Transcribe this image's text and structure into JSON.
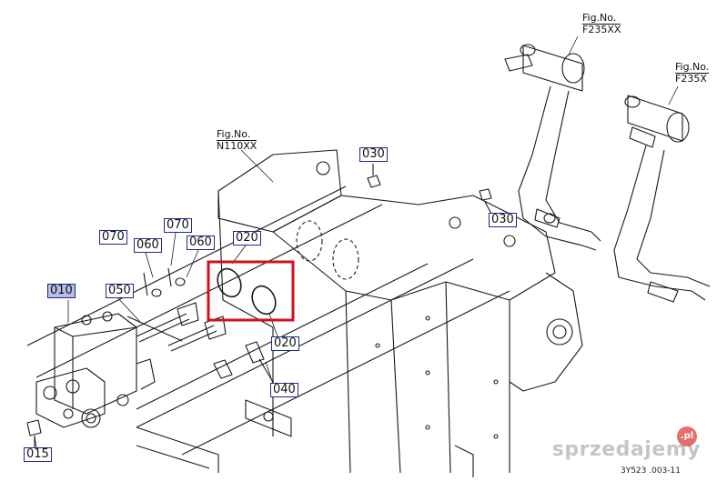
{
  "fig_refs": {
    "ref1": {
      "line1": "Fig.No.",
      "line2": "F235XX"
    },
    "ref2": {
      "line1": "Fig.No.",
      "line2": "F235X"
    },
    "ref3": {
      "line1": "Fig.No.",
      "line2": "N110XX"
    }
  },
  "parts": {
    "p010": "010",
    "p015": "015",
    "p020a": "020",
    "p020b": "020",
    "p030a": "030",
    "p030b": "030",
    "p040": "040",
    "p050": "050",
    "p060a": "060",
    "p060b": "060",
    "p070a": "070",
    "p070b": "070"
  },
  "drawing_code": "3Y523 .003-11",
  "watermark": {
    "text": "sprzedajemy",
    "badge": ".pl"
  },
  "colors": {
    "highlight_frame": "#d01020",
    "tag_border": "#1a2a8a",
    "selected_tag": "#b8bde8"
  }
}
